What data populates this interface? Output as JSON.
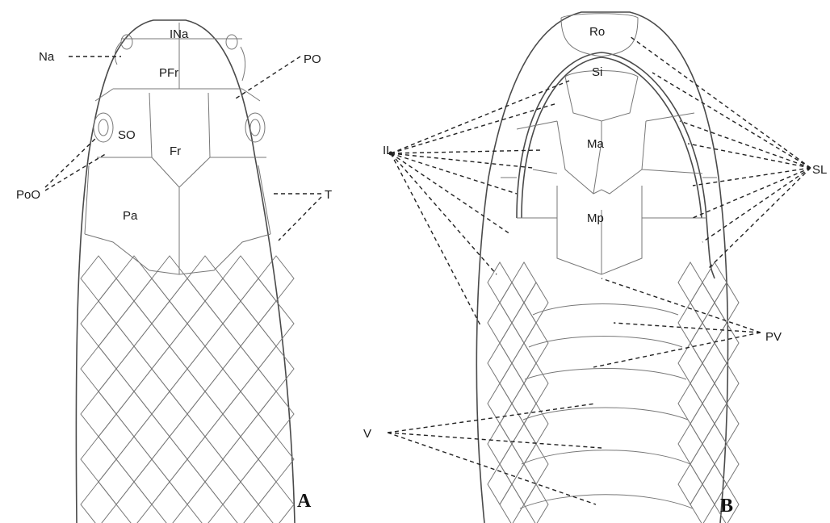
{
  "panel_a": {
    "panel_label": "A",
    "scale_labels": {
      "internasal": "INa",
      "prefrontal": "PFr",
      "supraocular": "SO",
      "frontal": "Fr",
      "parietal": "Pa"
    },
    "callouts": {
      "nasal": "Na",
      "preocular": "PO",
      "postocular": "PoO",
      "temporal": "T"
    }
  },
  "panel_b": {
    "panel_label": "B",
    "scale_labels": {
      "rostral": "Ro",
      "symphysial": "Si",
      "mental_anterior": "Ma",
      "mental_posterior": "Mp"
    },
    "callouts": {
      "infralabials": "IL",
      "supralabials": "SL",
      "preventrals": "PV",
      "ventrals": "V"
    }
  },
  "colors": {
    "line": "#4a4a4a",
    "scale_line": "#777777",
    "text": "#1a1a1a",
    "background": "#ffffff"
  }
}
